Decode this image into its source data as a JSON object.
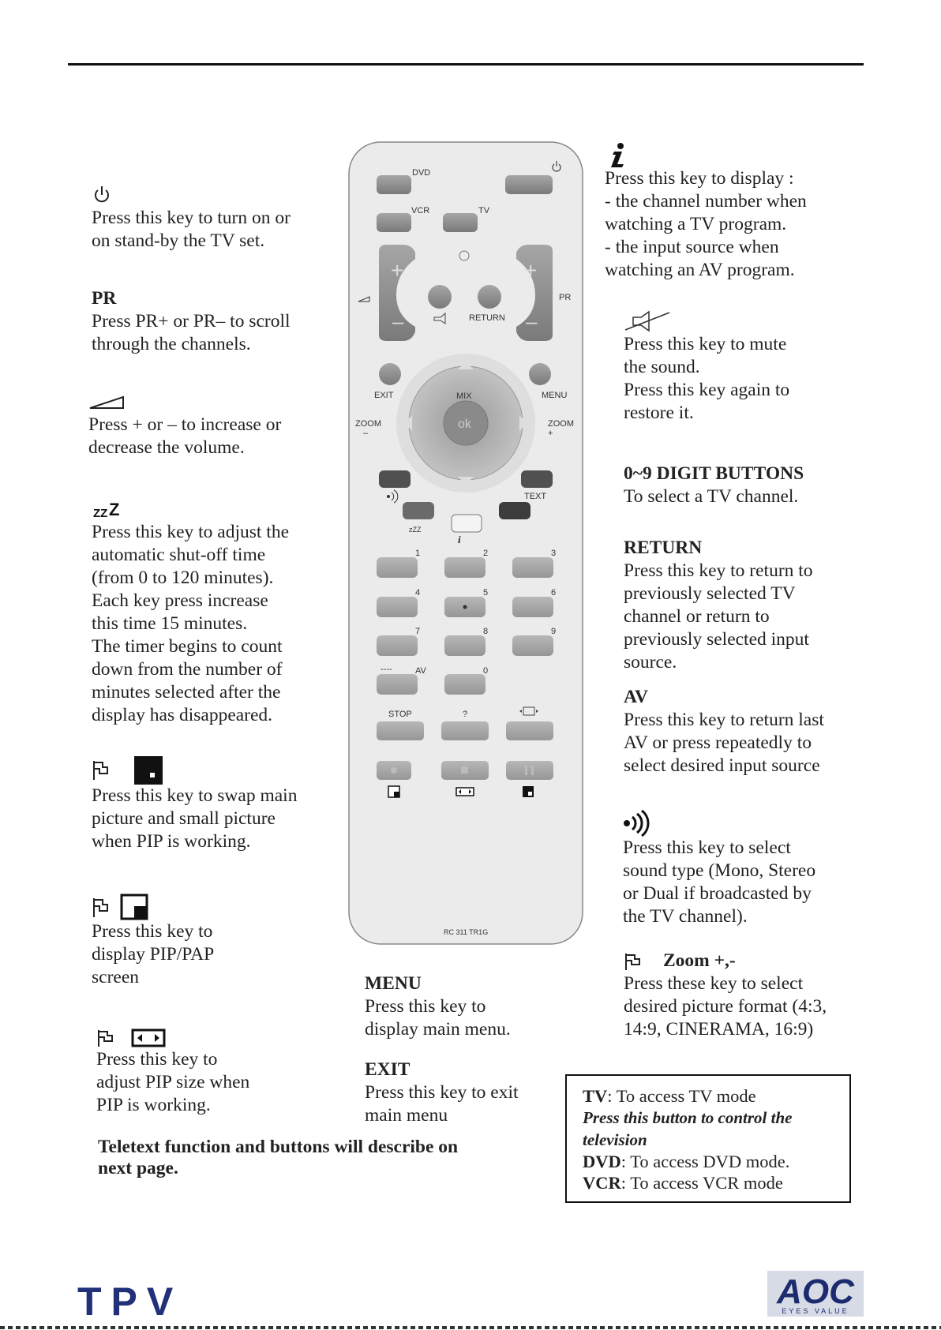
{
  "left": {
    "power": {
      "icon": "power-icon",
      "text": "Press this key to turn on or\non stand-by the TV set."
    },
    "pr": {
      "heading": "PR",
      "text": "Press PR+ or PR– to scroll\nthrough the channels."
    },
    "volume": {
      "icon": "volume-icon",
      "text": "Press + or – to increase or\ndecrease the volume."
    },
    "sleep": {
      "icon": "sleep-icon",
      "text": "Press this key to adjust the\nautomatic shut-off time\n(from 0 to 120 minutes).\nEach key press increase\nthis time 15 minutes.\nThe timer begins to count\ndown from the number of\nminutes selected after the\ndisplay has disappeared."
    },
    "swap": {
      "icon": "pip-swap-icon",
      "text": "Press this key to swap main\npicture and small picture\nwhen PIP is working."
    },
    "pip": {
      "icon": "pip-display-icon",
      "text": "Press this key to\ndisplay PIP/PAP\nscreen"
    },
    "pipsize": {
      "icon": "pip-size-icon",
      "text": "Press this key to\nadjust PIP size when\nPIP is working."
    }
  },
  "middle": {
    "menu": {
      "heading": "MENU",
      "text": "Press this key to\ndisplay main menu."
    },
    "exit": {
      "heading": "EXIT",
      "text": "Press this key to exit\nmain menu"
    }
  },
  "right": {
    "info": {
      "icon": "info-icon",
      "text": "Press this key to display :\n- the channel number when\nwatching a TV program.\n- the input source when\nwatching an AV program."
    },
    "mute": {
      "icon": "mute-icon",
      "text": "Press this key to mute\nthe sound.\nPress this key again to\nrestore it."
    },
    "digits": {
      "heading": "0~9 DIGIT BUTTONS",
      "text": "To select a TV channel."
    },
    "return": {
      "heading": "RETURN",
      "text": "Press this key to return to\npreviously selected TV\nchannel or return to\npreviously selected  input\nsource."
    },
    "av": {
      "heading": "AV",
      "text": "Press this key to return last\nAV or press repeatedly to\nselect desired input source"
    },
    "sound": {
      "icon": "sound-icon",
      "text": "Press this key to select\nsound type (Mono, Stereo\nor Dual if broadcasted by\nthe TV channel)."
    },
    "zoom": {
      "heading": "Zoom +,-",
      "text": "Press these key to select\ndesired picture format (4:3,\n14:9, CINERAMA, 16:9)"
    }
  },
  "note": "Teletext function and buttons will describe on\nnext page.",
  "box": {
    "tv_label": "TV",
    "tv_text": ": To access TV mode",
    "tv_italic": "Press this button to control the\ntelevision",
    "dvd_label": "DVD",
    "dvd_text": ": To access DVD mode.",
    "vcr_label": "VCR",
    "vcr_text": ": To access VCR mode"
  },
  "remote": {
    "labels": {
      "dvd": "DVD",
      "vcr": "VCR",
      "tv": "TV",
      "pr": "PR",
      "return": "RETURN",
      "exit": "EXIT",
      "menu": "MENU",
      "zoom": "ZOOM",
      "zoom_minus": "–",
      "zoom_plus": "+",
      "mix": "MIX",
      "ok": "ok",
      "text": "TEXT",
      "sleep": "ᴢZZ",
      "info": "i",
      "d1": "1",
      "d2": "2",
      "d3": "3",
      "d4": "4",
      "d5": "5",
      "d6": "6",
      "d7": "7",
      "d8": "8",
      "d9": "9",
      "d0": "0",
      "av": "AV",
      "dashes": "----",
      "stop": "STOP",
      "question": "?",
      "model": "RC 311 TR1G"
    }
  },
  "brand_left": "TPV",
  "brand_right": "AOC",
  "brand_right_sub": "EYES VALUE"
}
